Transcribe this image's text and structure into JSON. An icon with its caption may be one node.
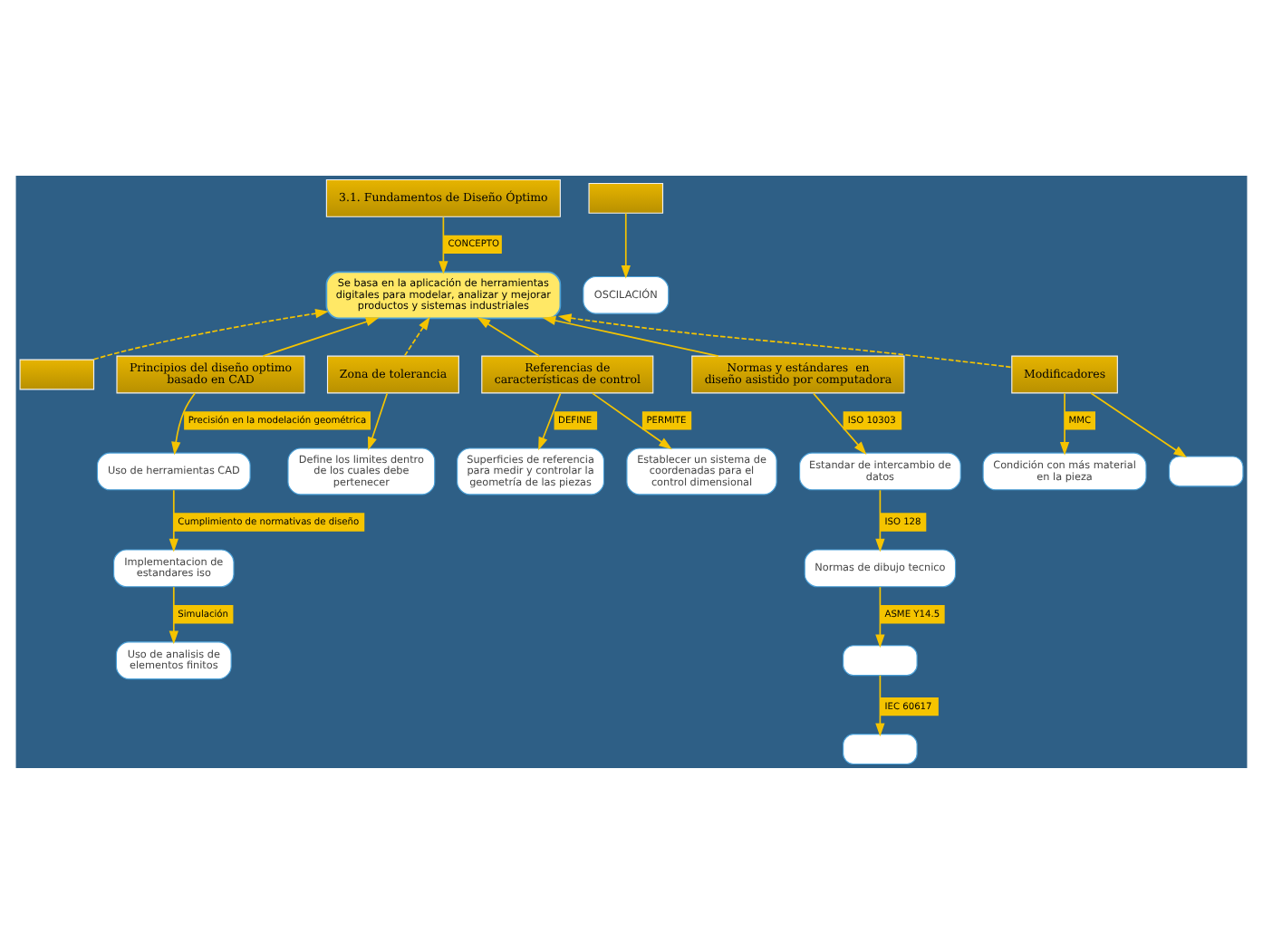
{
  "diagram": {
    "nodes": [
      {
        "text": [
          "3.1. Fundamentos de Diseño Óptimo"
        ]
      },
      {
        "text": [
          "Se basa en la aplicación de herramientas digitales para modelar, analizar y mejorar productos y sistemas industriales"
        ]
      },
      {
        "text": [],
        "shape": "box"
      },
      {
        "text": [
          "Principios del diseño optimo basado en CAD"
        ]
      },
      {
        "text": [
          "Zona de tolerancia"
        ]
      },
      {
        "text": [
          "Referencias de características de control"
        ]
      },
      {
        "text": [
          "Normas y estándares  en diseño asistido por computadora"
        ]
      },
      {
        "text": [
          "Modificadores"
        ]
      },
      {
        "text": [],
        "shape": "box"
      },
      {
        "text": [
          "Uso de herramientas CAD"
        ]
      },
      {
        "text": [
          "Implementacion de estandares iso"
        ]
      },
      {
        "text": [
          "Uso de analisis de elementos finitos"
        ]
      },
      {
        "text": [
          "OSCILACIÓN"
        ]
      },
      {
        "text": [
          "Define los limites dentro de los cuales debe pertenecer"
        ]
      },
      {
        "text": [
          "Superficies de referencia para medir y controlar la geometría de las piezas"
        ]
      },
      {
        "text": [
          "Establecer un sistema de coordenadas para el control dimensional"
        ]
      },
      {
        "text": [
          "Estandar de intercambio de datos"
        ]
      },
      {
        "text": [
          "Normas de dibujo tecnico"
        ]
      },
      {
        "text": [],
        "shape": "box"
      },
      {
        "text": [
          "Condición con más material en la pieza"
        ]
      },
      {
        "text": [],
        "shape": "box"
      },
      {
        "text": [],
        "shape": "box"
      }
    ],
    "edges": [
      {
        "from": 0,
        "to": 1,
        "arrow": "to",
        "label": "CONCEPTO"
      },
      {
        "from": 2,
        "to": 1,
        "arrow": "to",
        "style": "dashed"
      },
      {
        "from": 3,
        "to": 1,
        "arrow": "to"
      },
      {
        "from": 4,
        "to": 1,
        "arrow": "to",
        "style": "dashed"
      },
      {
        "from": 5,
        "to": 1,
        "arrow": "to"
      },
      {
        "from": 6,
        "to": 1,
        "arrow": "to"
      },
      {
        "from": 7,
        "to": 1,
        "arrow": "to",
        "style": "dashed"
      },
      {
        "from": 3,
        "to": 9,
        "arrow": "to",
        "label": "Precisión en la modelación geométrica"
      },
      {
        "from": 9,
        "to": 10,
        "arrow": "to",
        "label": "Cumplimiento de normativas de diseño"
      },
      {
        "from": 10,
        "to": 11,
        "arrow": "to",
        "label": "Simulación"
      },
      {
        "from": 8,
        "to": 12,
        "arrow": "to"
      },
      {
        "from": 4,
        "to": 13,
        "arrow": "to"
      },
      {
        "from": 5,
        "to": 14,
        "arrow": "to",
        "label": "DEFINE"
      },
      {
        "from": 5,
        "to": 15,
        "arrow": "to",
        "label": "PERMITE"
      },
      {
        "from": 6,
        "to": 16,
        "arrow": "to",
        "label": "ISO 10303"
      },
      {
        "from": 16,
        "to": 17,
        "arrow": "to",
        "label": "ISO 128"
      },
      {
        "from": 17,
        "to": 18,
        "arrow": "to",
        "label": "ASME Y14.5"
      },
      {
        "from": 18,
        "to": 21,
        "arrow": "to",
        "label": "IEC 60617"
      },
      {
        "from": 7,
        "to": 19,
        "arrow": "to",
        "label": "MMC"
      },
      {
        "from": 7,
        "to": 20,
        "arrow": "to"
      }
    ]
  }
}
